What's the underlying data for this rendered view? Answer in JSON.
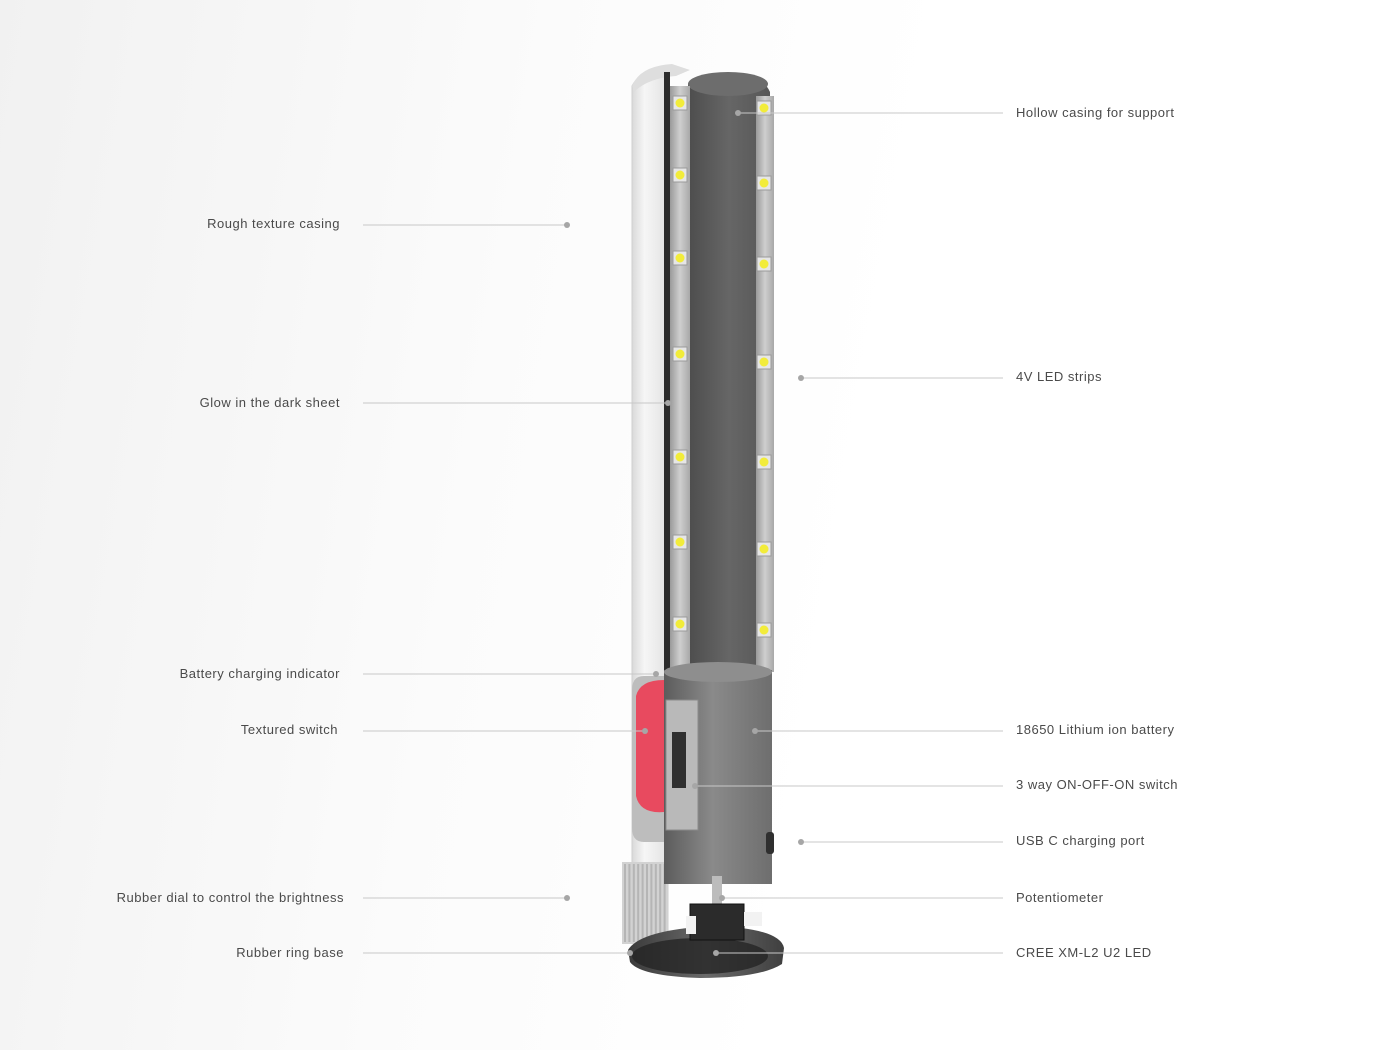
{
  "labels_left": [
    "Rough texture casing",
    "Glow in the dark sheet",
    "Battery charging indicator",
    "Textured switch",
    "Rubber dial to control the brightness",
    "Rubber ring base"
  ],
  "labels_right": [
    "Hollow casing for support",
    "4V LED strips",
    "18650 Lithium ion battery",
    "3 way ON-OFF-ON switch",
    "USB C charging port",
    "Potentiometer",
    "CREE XM-L2 U2 LED"
  ],
  "colors": {
    "casing": "#e9e9e9",
    "core": "#5f5f5f",
    "battery": "#7a7a7a",
    "switch": "#e84a5f",
    "led": "#f2ec3a",
    "leader": "#c8c8c8",
    "dot": "#a6a6a6",
    "text": "#4a4a4a"
  }
}
